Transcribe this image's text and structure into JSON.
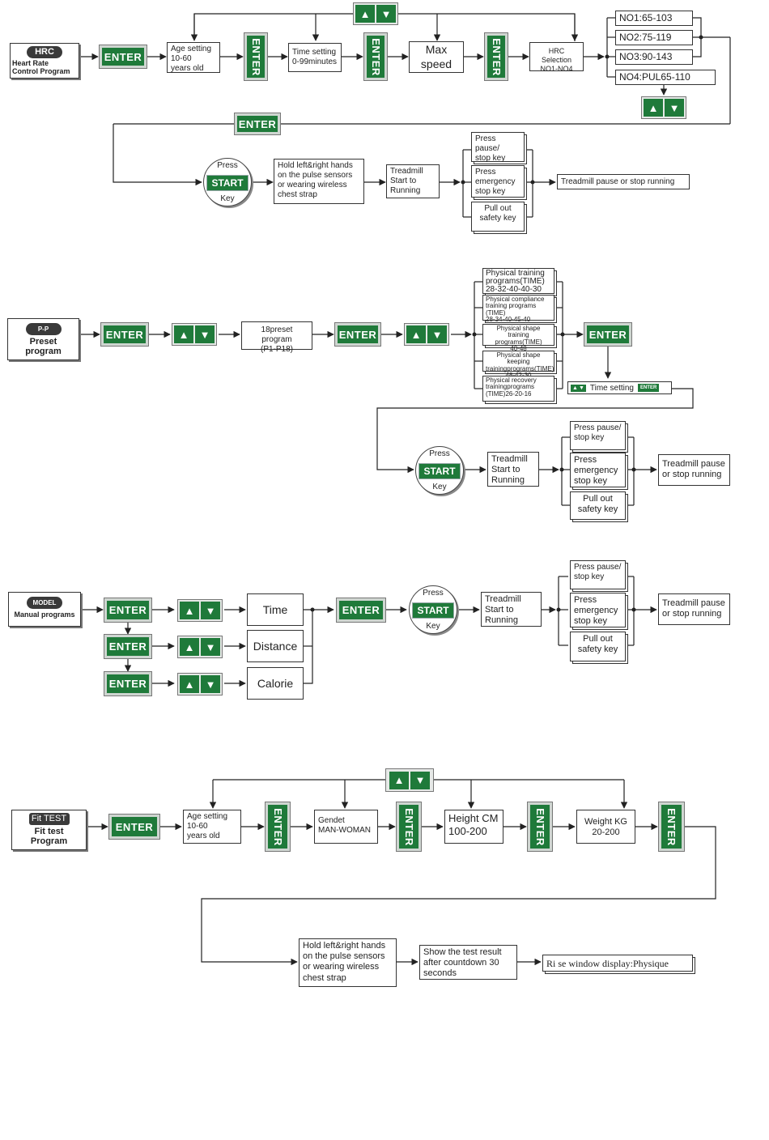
{
  "keys": {
    "enter": "ENTER",
    "press": "Press",
    "start": "START",
    "key": "Key",
    "up_icon": "up-arrow-icon",
    "down_icon": "down-arrow-icon"
  },
  "hrc": {
    "prog_badge": "HRC",
    "prog_label": "Heart Rate\nControl Program",
    "age": "Age setting\n10-60\nyears old",
    "time": "Time setting\n0-99minutes",
    "speed": "Max\nspeed",
    "selection": "HRC Selection\nNO1-NO4",
    "options": [
      "NO1:65-103",
      "NO2:75-119",
      "NO3:90-143",
      "NO4:PUL65-110"
    ],
    "hold": "Hold left&right hands\non the pulse sensors\nor wearing wireless\nchest strap",
    "running": "Treadmill\nStart to\nRunning",
    "stops": [
      "Press pause/\nstop key",
      "Press\nemergency\nstop key",
      "Pull out\nsafety key"
    ],
    "result": "Treadmill pause or stop running"
  },
  "preset": {
    "prog_badge": "P-P",
    "prog_label": "Preset\nprogram",
    "range": "18preset program\n(P1-P18)",
    "programs": [
      "Physical training\nprograms(TIME)\n28-32-40-40-30",
      "Physical compliance\ntraining programs\n(TIME)\n28-34-40-45-40",
      "Physical shape training\nprograms(TIME)\n40-48",
      "Physical shape keeping\ntrainingprograms(TIME)\n48-42-30",
      "Physical recovery\ntrainingprograms\n(TIME)26-20-16"
    ],
    "time_setting": "Time setting",
    "running": "Treadmill\nStart to\nRunning",
    "stops": [
      "Press pause/\nstop key",
      "Press\nemergency\nstop key",
      "Pull out\nsafety key"
    ],
    "result": "Treadmill pause\nor stop running"
  },
  "manual": {
    "prog_badge": "MODEL",
    "prog_label": "Manual programs",
    "modes": [
      "Time",
      "Distance",
      "Calorie"
    ],
    "running": "Treadmill\nStart to\nRunning",
    "stops": [
      "Press pause/\nstop key",
      "Press\nemergency\nstop key",
      "Pull out\nsafety key"
    ],
    "result": "Treadmill pause\nor stop running"
  },
  "fit": {
    "prog_badge": "Fit TEST",
    "prog_label": "Fit test\nProgram",
    "age": "Age setting\n10-60\nyears old",
    "gender": "Gendet\nMAN-WOMAN",
    "height": "Height CM\n100-200",
    "weight": "Weight KG\n20-200",
    "hold": "Hold left&right hands\non the pulse sensors\nor wearing wireless\nchest strap",
    "countdown": "Show the test result\nafter countdown 30\nseconds",
    "display": "Ri se window display:Physique"
  }
}
